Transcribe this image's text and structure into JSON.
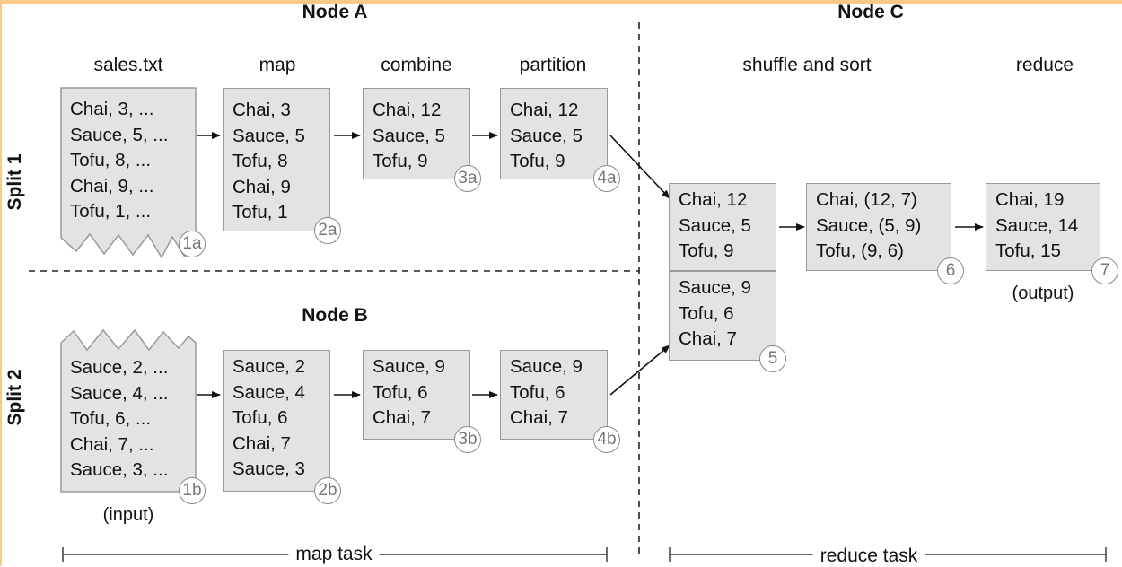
{
  "headings": {
    "node_a": "Node A",
    "node_b": "Node B",
    "node_c": "Node C"
  },
  "columns": {
    "sales": "sales.txt",
    "map": "map",
    "combine": "combine",
    "partition": "partition",
    "shuffle": "shuffle and sort",
    "reduce": "reduce"
  },
  "splits": {
    "split1": "Split 1",
    "split2": "Split 2"
  },
  "captions": {
    "input": "(input)",
    "output": "(output)"
  },
  "tasks": {
    "map_task": "map task",
    "reduce_task": "reduce task"
  },
  "boxes": {
    "b1a": {
      "lines": [
        "Chai, 3, ...",
        "Sauce, 5, ...",
        "Tofu, 8, ...",
        "Chai, 9, ...",
        "Tofu, 1, ..."
      ],
      "badge": "1a"
    },
    "b2a": {
      "lines": [
        "Chai, 3",
        "Sauce, 5",
        "Tofu, 8",
        "Chai, 9",
        "Tofu, 1"
      ],
      "badge": "2a"
    },
    "b3a": {
      "lines": [
        "Chai, 12",
        "Sauce, 5",
        "Tofu, 9"
      ],
      "badge": "3a"
    },
    "b4a": {
      "lines": [
        "Chai, 12",
        "Sauce, 5",
        "Tofu, 9"
      ],
      "badge": "4a"
    },
    "b1b": {
      "lines": [
        "Sauce, 2, ...",
        "Sauce, 4, ...",
        "Tofu, 6, ...",
        "Chai, 7, ...",
        "Sauce, 3, ..."
      ],
      "badge": "1b"
    },
    "b2b": {
      "lines": [
        "Sauce, 2",
        "Sauce, 4",
        "Tofu, 6",
        "Chai, 7",
        "Sauce, 3"
      ],
      "badge": "2b"
    },
    "b3b": {
      "lines": [
        "Sauce, 9",
        "Tofu, 6",
        "Chai, 7"
      ],
      "badge": "3b"
    },
    "b4b": {
      "lines": [
        "Sauce, 9",
        "Tofu, 6",
        "Chai, 7"
      ],
      "badge": "4b"
    },
    "b5top": {
      "lines": [
        "Chai, 12",
        "Sauce, 5",
        "Tofu, 9"
      ]
    },
    "b5bot": {
      "lines": [
        "Sauce, 9",
        "Tofu, 6",
        "Chai, 7"
      ],
      "badge": "5"
    },
    "b6": {
      "lines": [
        "Chai, (12, 7)",
        "Sauce, (5, 9)",
        "Tofu, (9, 6)"
      ],
      "badge": "6"
    },
    "b7": {
      "lines": [
        "Chai, 19",
        "Sauce, 14",
        "Tofu, 15"
      ],
      "badge": "7"
    }
  },
  "colors": {
    "frame": "#f8c98a",
    "box_fill": "#e3e3e3",
    "box_border": "#9a9a9a",
    "badge_border": "#8a8a8a"
  }
}
